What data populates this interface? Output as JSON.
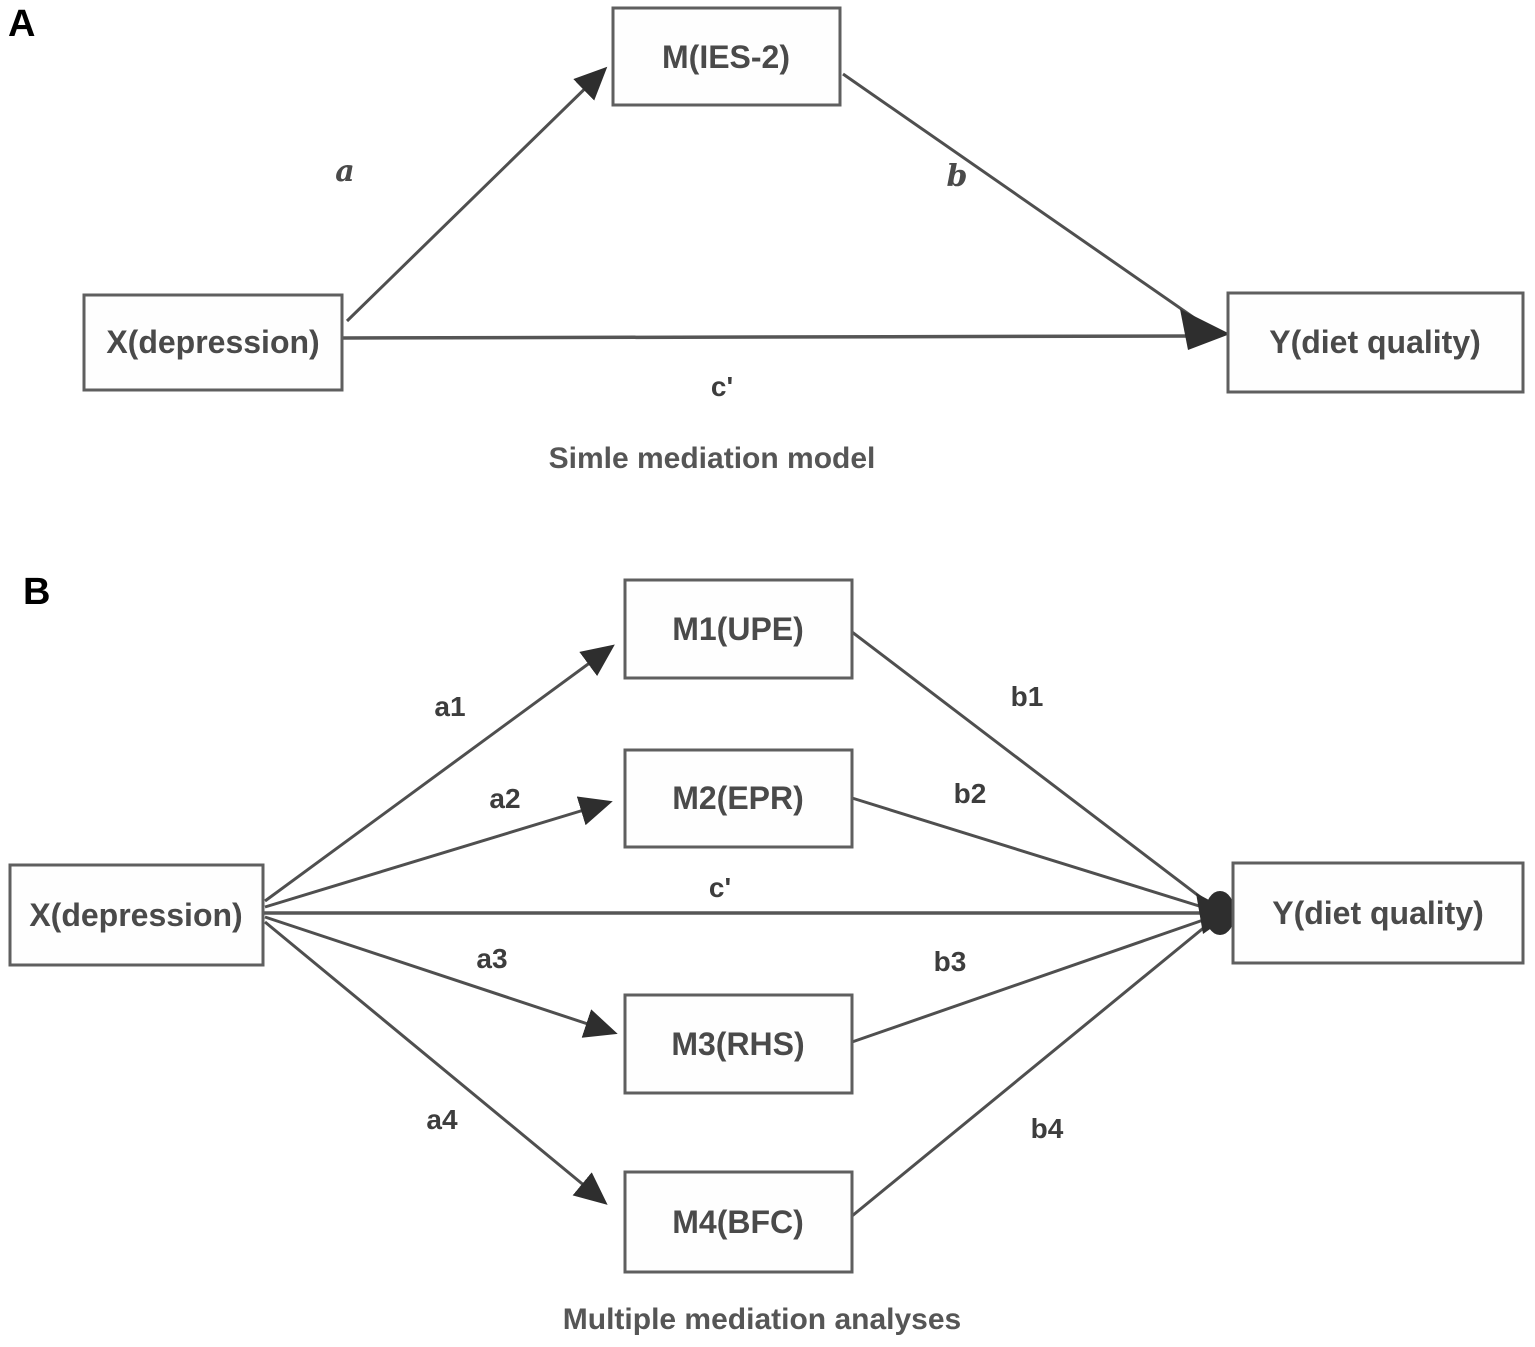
{
  "figure": {
    "colors": {
      "background": "#ffffff",
      "line": "#4f4f4f",
      "box_border": "#5f5f5f",
      "box_fill": "#fefefe",
      "node_text": "#4a4a4a",
      "path_label_text": "#3d3d3d",
      "caption_text": "#565656",
      "panel_letter_text": "#000000",
      "arrowhead": "#2e2e2e"
    },
    "panel_a": {
      "panel_label": "A",
      "caption": "Simle mediation model",
      "nodes": {
        "x": "X(depression)",
        "m": "M(IES-2)",
        "y": "Y(diet quality)"
      },
      "paths": {
        "a": "a",
        "b": "b",
        "c_prime": "c'"
      }
    },
    "panel_b": {
      "panel_label": "B",
      "caption": "Multiple mediation analyses",
      "nodes": {
        "x": "X(depression)",
        "m1": "M1(UPE)",
        "m2": "M2(EPR)",
        "m3": "M3(RHS)",
        "m4": "M4(BFC)",
        "y": "Y(diet quality)"
      },
      "paths": {
        "a1": "a1",
        "a2": "a2",
        "a3": "a3",
        "a4": "a4",
        "b1": "b1",
        "b2": "b2",
        "b3": "b3",
        "b4": "b4",
        "c_prime": "c'"
      }
    }
  }
}
